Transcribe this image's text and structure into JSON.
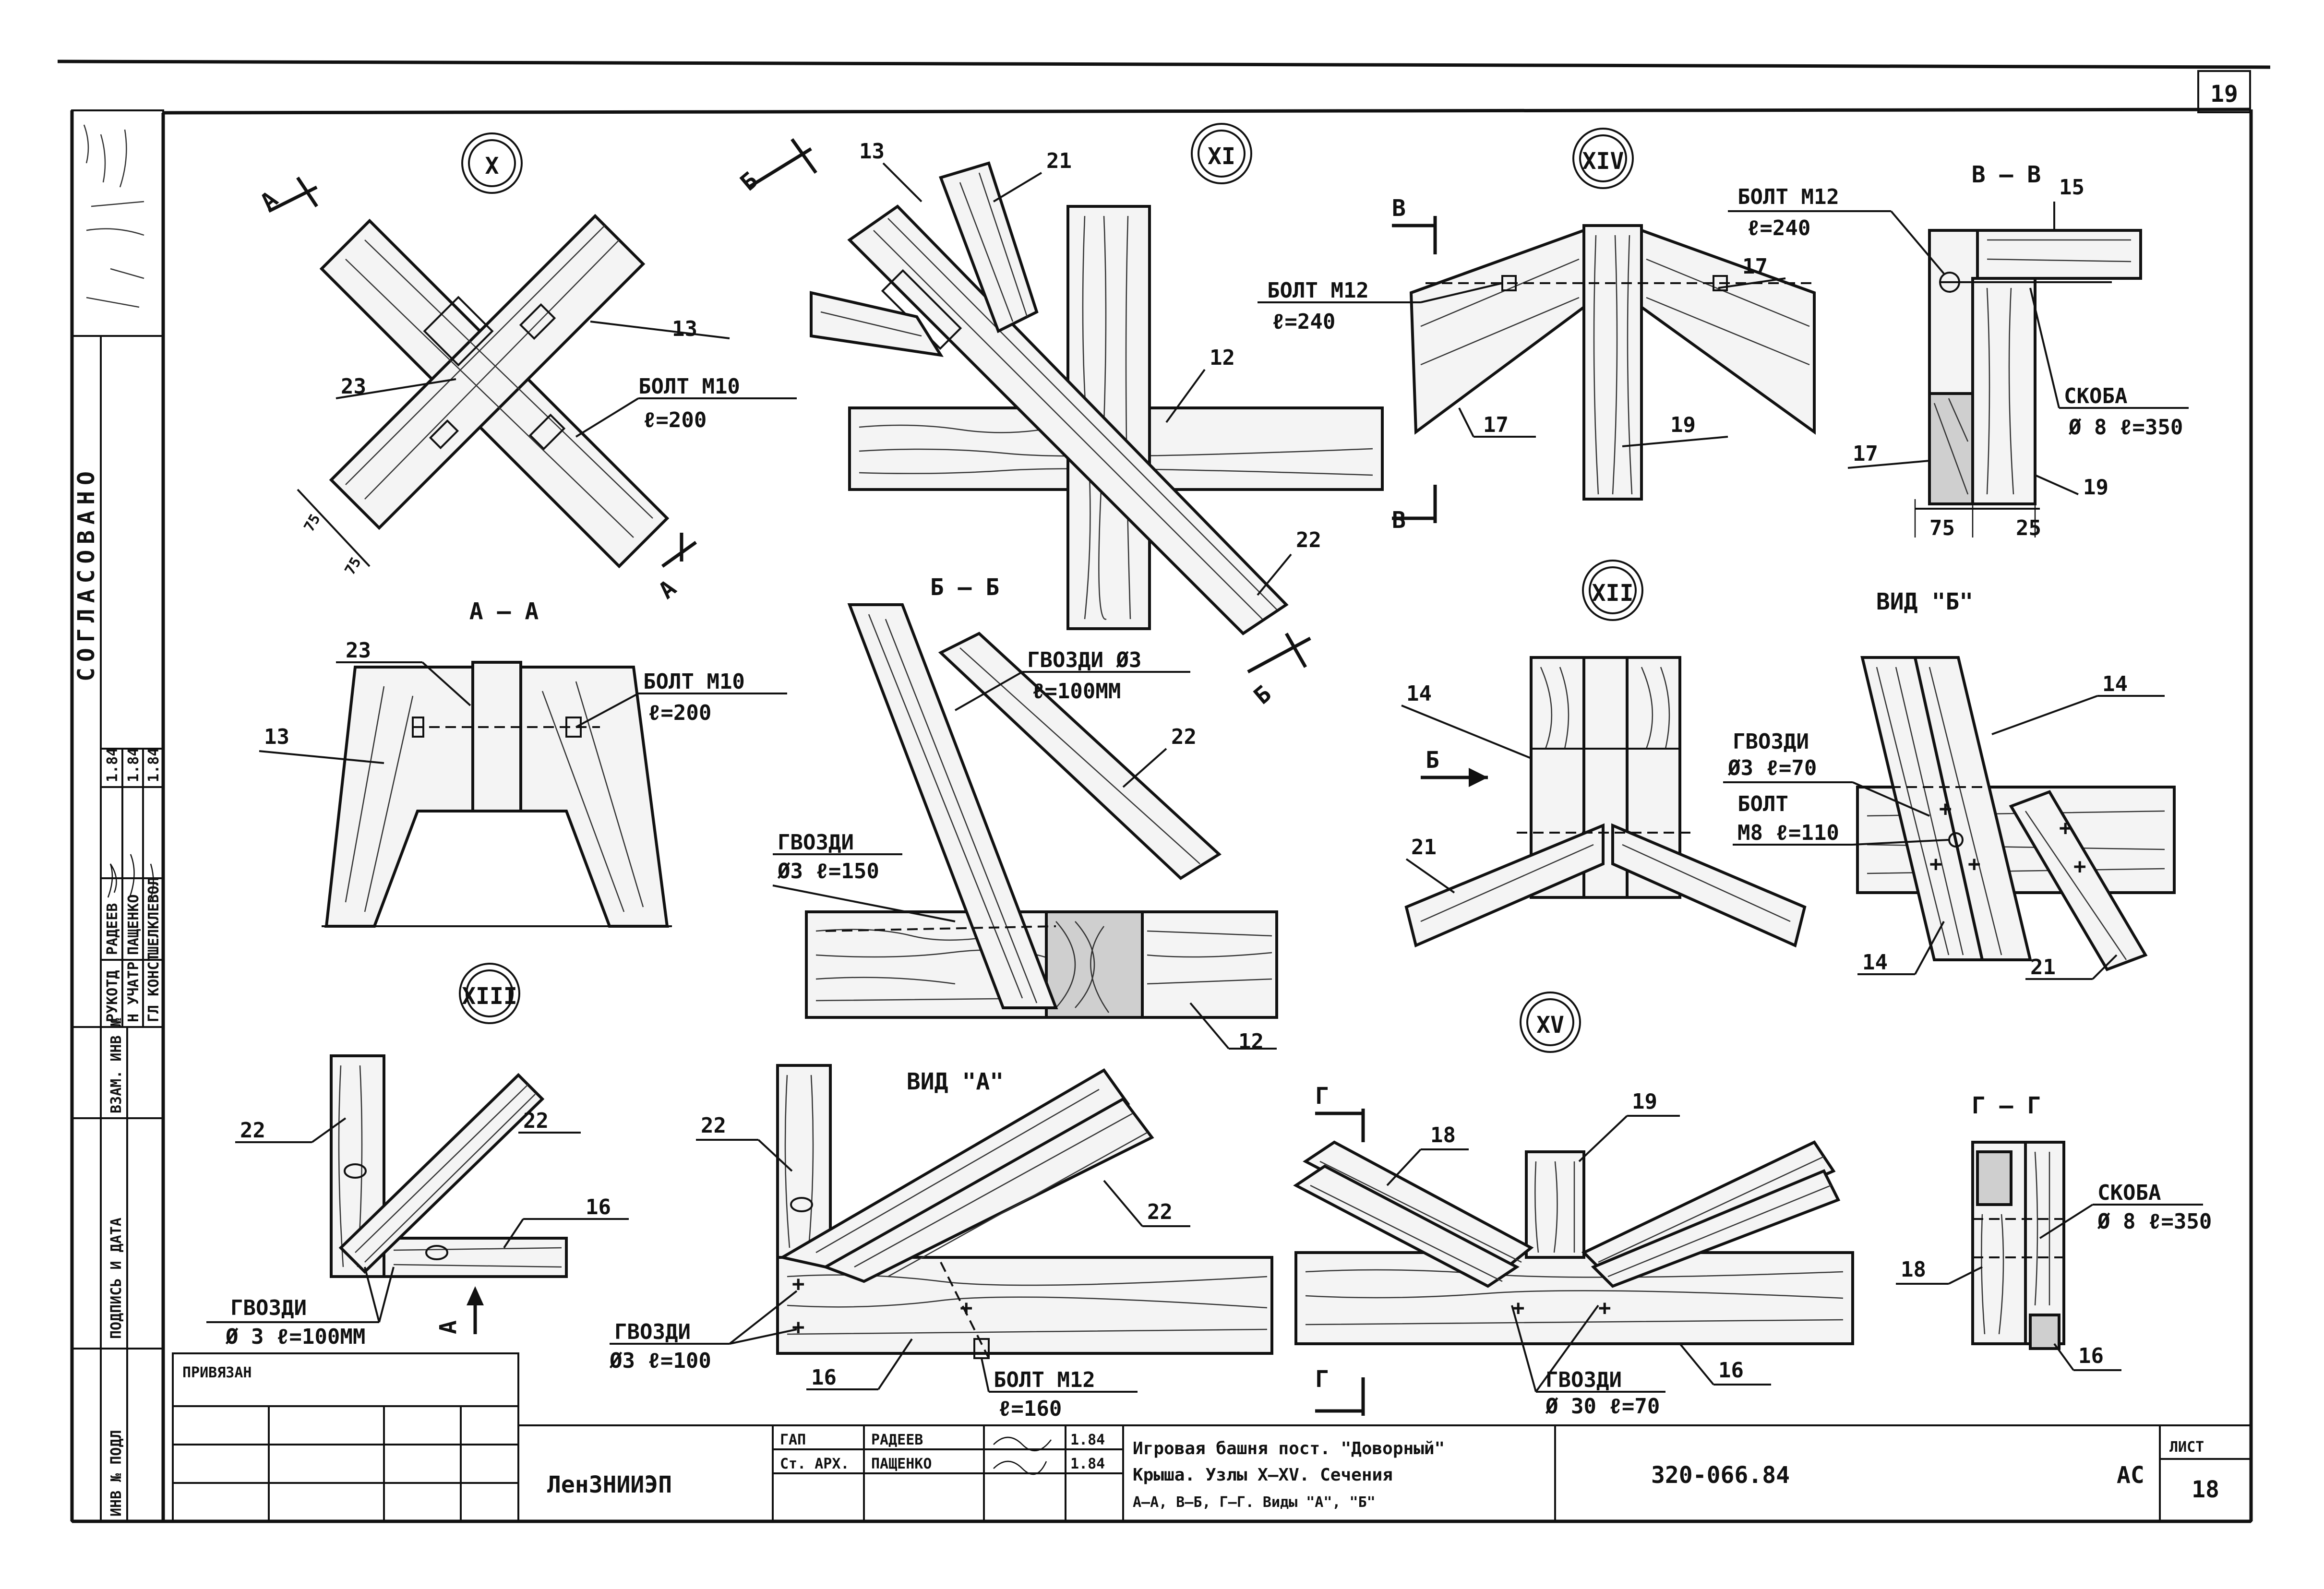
{
  "sheet_number": "19",
  "sidebar": {
    "agreed": "СОГЛАСОВАНО",
    "signatures": [
      {
        "role": "РУКОТД",
        "name": "РАДЕЕВ",
        "date": "1.84"
      },
      {
        "role": "Н УЧАТР",
        "name": "ПАЩЕНКО",
        "date": "1.84"
      },
      {
        "role": "ГЛ КОНСТ",
        "name": "ШЕЛКЛЕВОЛ",
        "date": "1.84"
      }
    ],
    "columns": [
      "ВЗАМ. ИНВ №",
      "ПОДПИСЬ И ДАТА",
      "ИНВ № ПОДЛ"
    ]
  },
  "nodes": {
    "x": "X",
    "xi": "XI",
    "xii": "XII",
    "xiii": "XIII",
    "xiv": "XIV",
    "xv": "XV"
  },
  "sections": {
    "aa": "А – А",
    "bb": "Б – Б",
    "vv": "В – В",
    "gg": "Г – Г",
    "view_b": "ВИД \"Б\"",
    "view_a": "ВИД \"А\""
  },
  "cut_marks": {
    "a": "А",
    "b": "Б",
    "v": "В",
    "g": "Г"
  },
  "parts": {
    "p12": "12",
    "p13": "13",
    "p14": "14",
    "p15": "15",
    "p16": "16",
    "p17": "17",
    "p18": "18",
    "p19": "19",
    "p21": "21",
    "p22": "22",
    "p23": "23"
  },
  "notes": {
    "bolt_m10": "БОЛТ М10",
    "l200": "ℓ=200",
    "bolt_m12": "БОЛТ М12",
    "l240": "ℓ=240",
    "l160": "ℓ=160",
    "bracket": "СКОБА",
    "d8_l350": "Ø 8 ℓ=350",
    "nails": "ГВОЗДИ",
    "nails_d3": "ГВОЗДИ Ø3",
    "l100mm": "ℓ=100ММ",
    "d3_l150": "Ø3 ℓ=150",
    "d3_l70": "Ø3 ℓ=70",
    "bolt": "БОЛТ",
    "m8_l110": "М8 ℓ=110",
    "d3_l100mm": "Ø 3  ℓ=100ММ",
    "d3_l100": "Ø3 ℓ=100",
    "d30_l70": "Ø 30 ℓ=70"
  },
  "dims": {
    "d75": "75",
    "d25": "25",
    "d75a": "75",
    "d75b": "75"
  },
  "title_block": {
    "bound": "ПРИВЯЗАН",
    "org": "ЛенЗНИИЭП",
    "gap_role": "ГАП",
    "gap_name": "РАДЕЕВ",
    "gap_date": "1.84",
    "arch_role": "Ст. АРХ.",
    "arch_name": "ПАЩЕНКО",
    "arch_date": "1.84",
    "title_line1": "Игровая башня пост. \"Доворный\"",
    "title_line2": "Крыша. Узлы X–XV. Сечения",
    "title_line3": "А–А, В–Б, Г–Г. Виды \"А\", \"Б\"",
    "code": "320-066.84",
    "stage": "АС",
    "sheet_label": "ЛИСТ",
    "sheet_value": "18"
  }
}
